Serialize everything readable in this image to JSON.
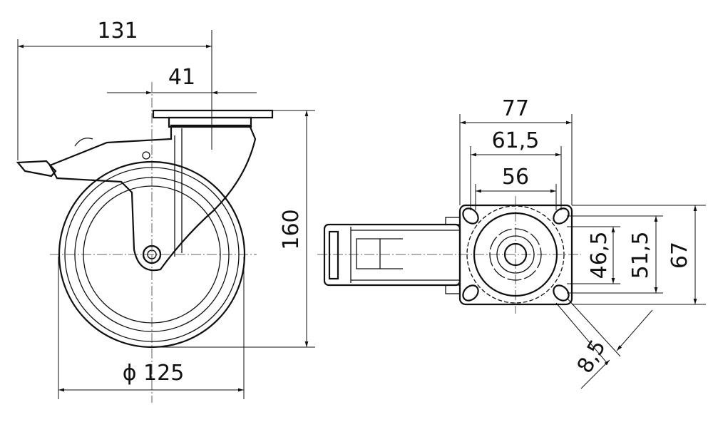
{
  "title": "Swivel castor with brake - dimension drawing",
  "side_view": {
    "overall_length": "131",
    "offset": "41",
    "height": "160",
    "wheel_diameter": "ϕ 125"
  },
  "top_view": {
    "plate_width": "77",
    "hole_spacing_outer": "61,5",
    "hole_spacing_inner": "56",
    "hole_spacing_v_inner": "46,5",
    "hole_spacing_v_outer": "51,5",
    "plate_height": "67",
    "bolt_hole": "8,5"
  }
}
